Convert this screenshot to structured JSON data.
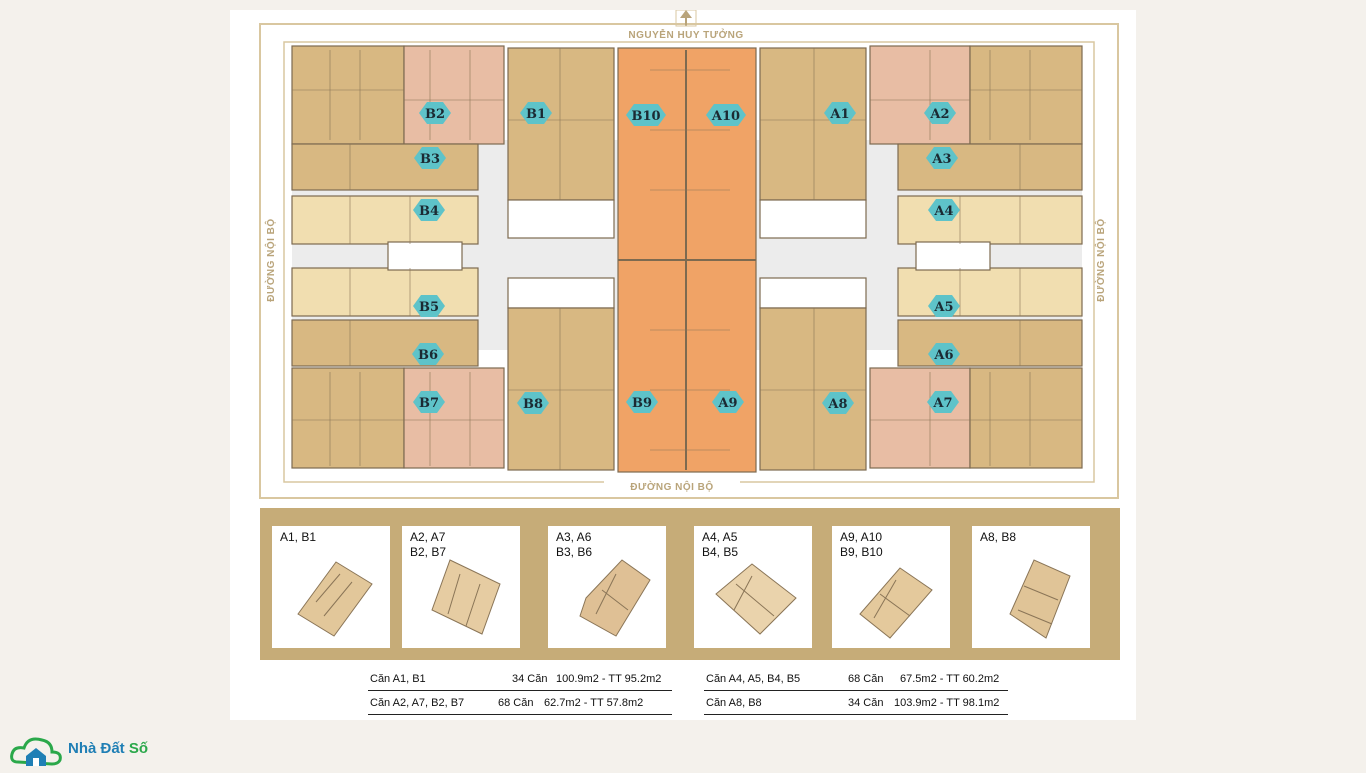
{
  "roads": {
    "top": "NGUYỄN HUY TƯỞNG",
    "bottom": "ĐƯỜNG NỘI BỘ",
    "left": "ĐƯỜNG NỘI BỘ",
    "right": "ĐƯỜNG NỘI BỘ"
  },
  "units": {
    "B2": "B2",
    "B1": "B1",
    "B10": "B10",
    "A10": "A10",
    "A1": "A1",
    "A2": "A2",
    "B3": "B3",
    "A3": "A3",
    "B4": "B4",
    "A4": "A4",
    "B5": "B5",
    "A5": "A5",
    "B6": "B6",
    "A6": "A6",
    "B7": "B7",
    "B8": "B8",
    "B9": "B9",
    "A9": "A9",
    "A8": "A8",
    "A7": "A7"
  },
  "unit_types": [
    {
      "label": "A1, B1"
    },
    {
      "label": "A2, A7\nB2, B7"
    },
    {
      "label": "A3, A6\nB3, B6"
    },
    {
      "label": "A4, A5\nB4, B5"
    },
    {
      "label": "A9, A10\nB9, B10"
    },
    {
      "label": "A8, B8"
    }
  ],
  "stats": [
    {
      "name": "Căn A1, B1",
      "count": "34 Căn",
      "area": "100.9m2 - TT 95.2m2"
    },
    {
      "name": "Căn A2, A7, B2, B7",
      "count": "68 Căn",
      "area": "62.7m2 - TT 57.8m2"
    },
    {
      "name": "Căn A4, A5, B4, B5",
      "count": "68  Căn",
      "area": "67.5m2 - TT 60.2m2"
    },
    {
      "name": "Căn A8, B8",
      "count": "34 Căn",
      "area": "103.9m2 - TT 98.1m2"
    }
  ],
  "logo": {
    "name": "Nhà Đất",
    "suffix": "Số"
  },
  "colors": {
    "frame": "#d9c7a0",
    "unit_tan": "#d8b882",
    "unit_orange": "#f0a366",
    "unit_pink": "#e8bda4",
    "unit_light": "#f1deb0",
    "tag": "#5ec3c9",
    "card_bg": "#c6ac78"
  }
}
